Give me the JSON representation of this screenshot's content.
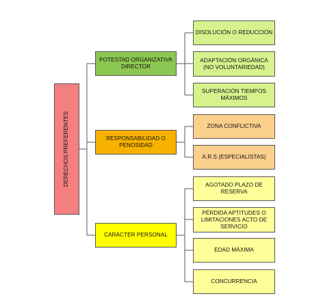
{
  "root": {
    "label": "DERECHOS PREFERENTES",
    "color": "#f47f7f"
  },
  "categories": [
    {
      "label": "POTESTAD ORGANIZATIVA DIRECTOR",
      "color": "#8cc752",
      "children": [
        {
          "label": "DISOLUCIÓN O REDUCCIÓN",
          "color": "#d6f28d"
        },
        {
          "label": "ADAPTACIÓN ORGÁNICA (NO VOLUNTARIEDAD)",
          "color": "#d6f28d"
        },
        {
          "label": "SUPERACIÓN TIEMPOS MÁXIMOS",
          "color": "#d6f28d"
        }
      ]
    },
    {
      "label": "RESPONSABILIDAD O PENOSIDAD",
      "color": "#f7b200",
      "children": [
        {
          "label": "ZONA CONFLICTIVA",
          "color": "#fbcf8c"
        },
        {
          "label": "A.R.S (ESPECIALISTAS)",
          "color": "#fbcf8c"
        }
      ]
    },
    {
      "label": "CARÁCTER PERSONAL",
      "color": "#ffff00",
      "children": [
        {
          "label": "AGOTADO PLAZO DE RESERVA",
          "color": "#ffff99"
        },
        {
          "label": "PÉRDIDA APTITUDES O LIMITACIONES ACTO DE SERVICIO",
          "color": "#ffff99"
        },
        {
          "label": "EDAD MÁXIMA",
          "color": "#ffff99"
        },
        {
          "label": "CONCURRENCIA",
          "color": "#ffff99"
        }
      ]
    }
  ]
}
